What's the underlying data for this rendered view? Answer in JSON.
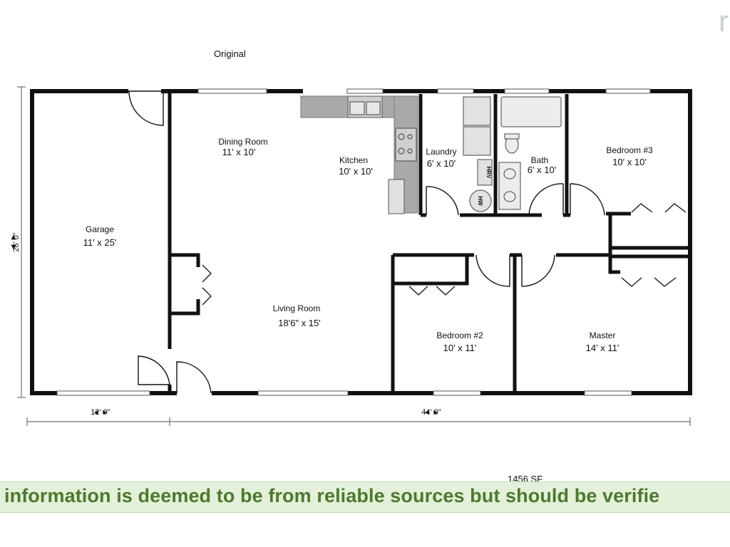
{
  "plan": {
    "caption": "Original",
    "area": "1456 SF",
    "dimensions": {
      "overall_depth": "26' 0\"",
      "garage_width": "12' 0\"",
      "house_width": "44' 0\""
    },
    "rooms": {
      "garage": {
        "name": "Garage",
        "size": "11' x 25'"
      },
      "dining": {
        "name": "Dining Room",
        "size": "11' x 10'"
      },
      "kitchen": {
        "name": "Kitchen",
        "size": "10' x 10'"
      },
      "laundry": {
        "name": "Laundry",
        "size": "6' x 10'"
      },
      "bath": {
        "name": "Bath",
        "size": "6' x 10'"
      },
      "bedroom3": {
        "name": "Bedroom #3",
        "size": "10' x 10'"
      },
      "living": {
        "name": "Living Room",
        "size": "18'6\" x 15'"
      },
      "bedroom2": {
        "name": "Bedroom #2",
        "size": "10' x 11'"
      },
      "master": {
        "name": "Master",
        "size": "14' x 11'"
      }
    },
    "fixtures": {
      "hrv": "HRV",
      "water_heater": "HW"
    }
  },
  "disclaimer": "information is deemed to be from reliable sources but should be verifie",
  "colors": {
    "wall": "#111111",
    "counter": "#a9a9a9",
    "disclaimer_bg": "#e4f0da",
    "disclaimer_text": "#4b7a2c"
  }
}
